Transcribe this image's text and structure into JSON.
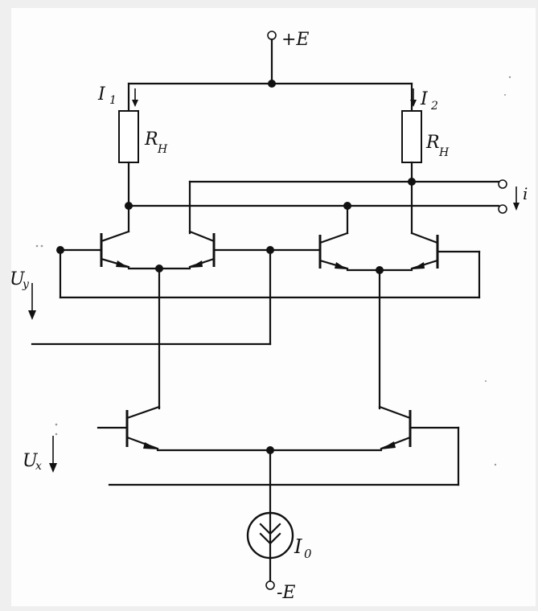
{
  "labels": {
    "supply_pos": "+E",
    "supply_neg": "-E",
    "current_1": "I",
    "current_1_sub": "1",
    "current_2": "I",
    "current_2_sub": "2",
    "resistor_left": "R",
    "resistor_left_sub": "H",
    "resistor_right": "R",
    "resistor_right_sub": "H",
    "output_current": "i",
    "input_y": "U",
    "input_y_sub": "y",
    "input_x": "U",
    "input_x_sub": "x",
    "source_current": "I",
    "source_current_sub": "0"
  }
}
